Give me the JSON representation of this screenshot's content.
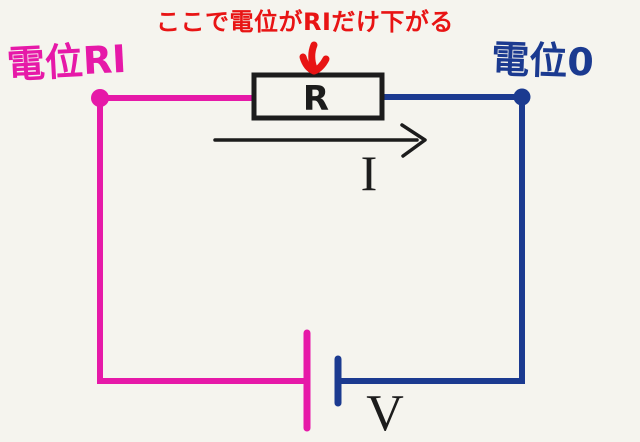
{
  "colors": {
    "background": "#f5f4ee",
    "pink": "#e619a8",
    "blue": "#1b3a90",
    "red": "#e81414",
    "black": "#1c1c1c"
  },
  "diagram": {
    "annotation": "ここで電位がRIだけ下がる",
    "left_potential_label": "電位RI",
    "right_potential_label": "電位0",
    "resistor_label": "R",
    "current_label": "I",
    "battery_label": "V"
  }
}
